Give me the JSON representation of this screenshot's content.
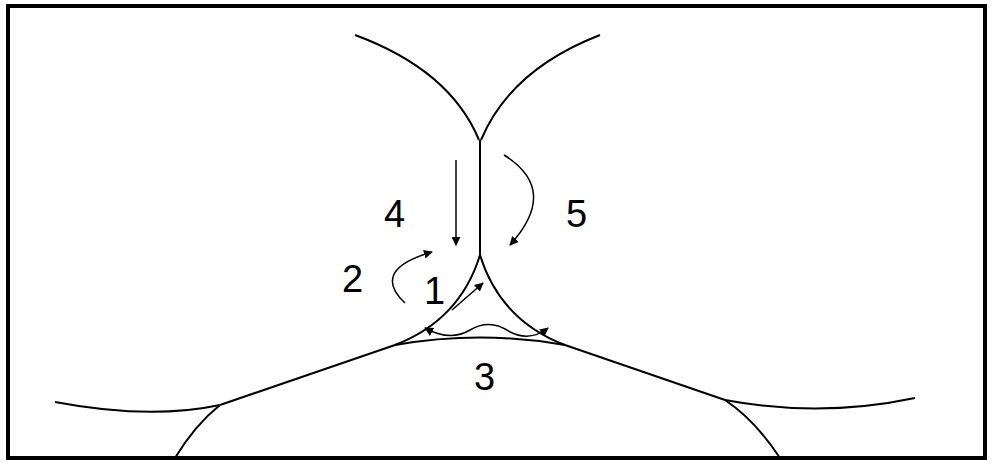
{
  "diagram": {
    "labels": [
      "4",
      "5",
      "2",
      "1",
      "3"
    ]
  }
}
